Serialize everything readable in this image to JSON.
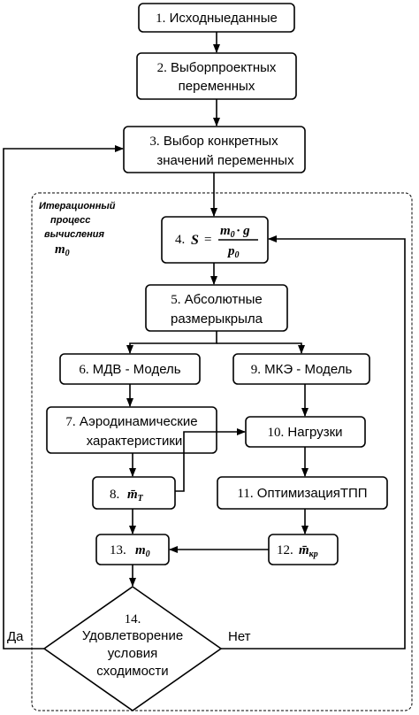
{
  "iteration_label": {
    "line1": "Итерационный",
    "line2": "процесс",
    "line3": "вычисления",
    "symbol": "m",
    "sub": "0"
  },
  "boxes": {
    "b1": {
      "num": "1.",
      "text": "Исходныеданные"
    },
    "b2": {
      "num": "2.",
      "line1": "Выборпроектных",
      "line2": "переменных"
    },
    "b3": {
      "num": "3.",
      "line1": "Выбор конкретных",
      "line2": "значений переменных"
    },
    "b4": {
      "num": "4.",
      "lhs": "S",
      "eq": "=",
      "num_m": "m",
      "num_sub": "0",
      "num_g": "· g",
      "den": "p",
      "den_sub": "0"
    },
    "b5": {
      "num": "5.",
      "line1": "Абсолютные",
      "line2": "размерыкрыла"
    },
    "b6": {
      "num": "6.",
      "text": "МДВ - Модель"
    },
    "b7": {
      "num": "7.",
      "line1": "Аэродинамические",
      "line2": "характеристики"
    },
    "b8": {
      "num": "8.",
      "sym": "m̄",
      "sub": "T"
    },
    "b9": {
      "num": "9.",
      "text": "МКЭ - Модель"
    },
    "b10": {
      "num": "10.",
      "text": "Нагрузки"
    },
    "b11": {
      "num": "11.",
      "text": "ОптимизацияТПП"
    },
    "b12": {
      "num": "12.",
      "sym": "m̄",
      "sub": "кр"
    },
    "b13": {
      "num": "13.",
      "sym": "m",
      "sub": "0"
    },
    "b14": {
      "num": "14.",
      "line1": "Удовлетворение",
      "line2": "условия",
      "line3": "сходимости"
    }
  },
  "labels": {
    "yes": "Да",
    "no": "Нет"
  }
}
